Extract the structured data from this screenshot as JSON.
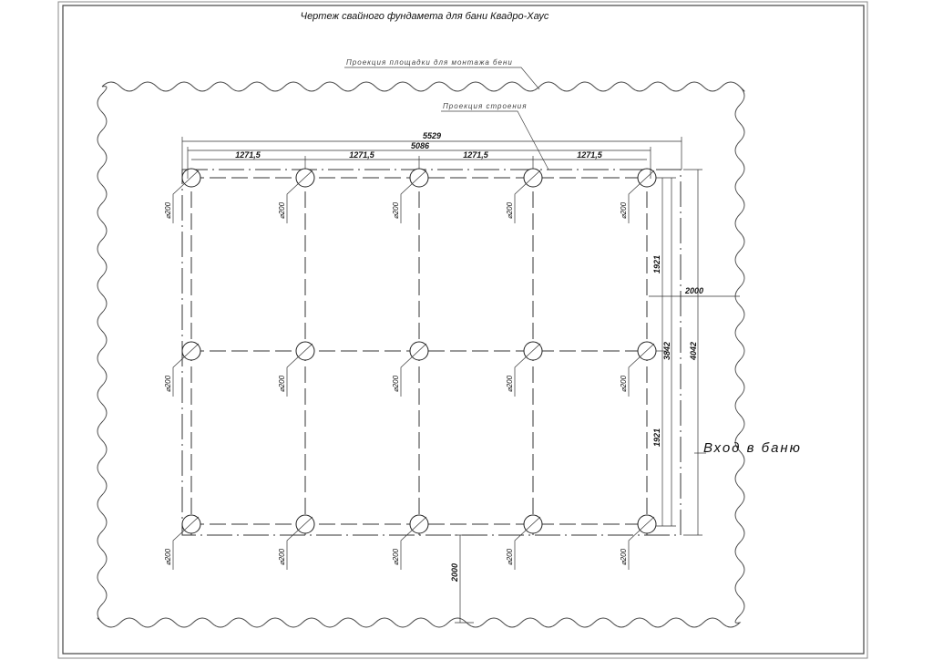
{
  "title": "Чертеж свайного фундамета для бани Квадро-Хаус",
  "callouts": {
    "site_projection": "Проекция площадки для монтажа бени",
    "building_projection": "Проекция строения",
    "entrance": "Вход в баню"
  },
  "dimensions": {
    "overall_width": "5529",
    "axis_width": "5086",
    "spans": [
      "1271,5",
      "1271,5",
      "1271,5",
      "1271,5"
    ],
    "half_depth_top": "1921",
    "half_depth_bottom": "1921",
    "axis_depth": "3842",
    "overall_depth": "4042",
    "right_margin": "2000",
    "bottom_margin": "2000"
  },
  "pile_label": "⌀200",
  "pile_grid": {
    "columns": 5,
    "rows": 3
  },
  "colors": {
    "line": "#222222",
    "frame": "#555555"
  }
}
